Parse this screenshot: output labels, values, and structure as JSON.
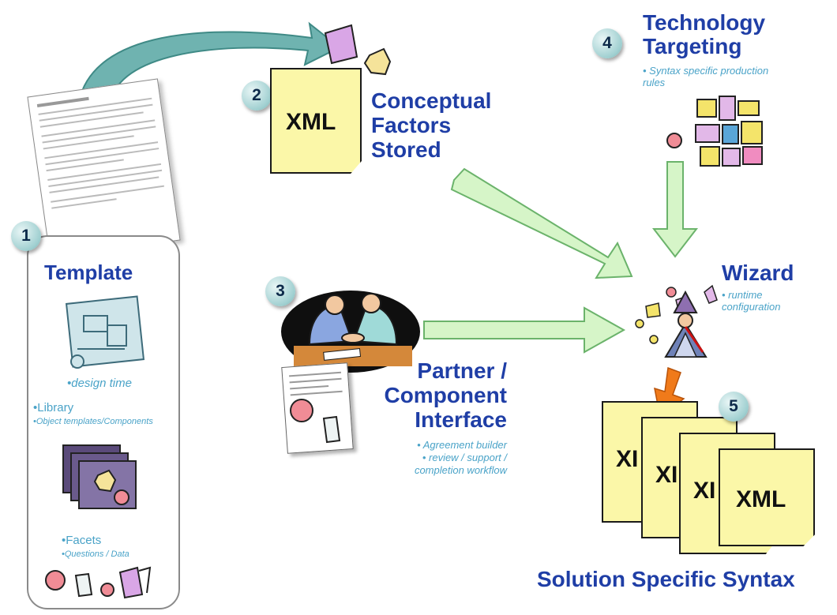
{
  "steps": {
    "s1": "1",
    "s2": "2",
    "s3": "3",
    "s4": "4",
    "s5": "5"
  },
  "template": {
    "title": "Template",
    "design_time": "•design time",
    "library": "•Library",
    "object_templates": "•Object templates/Components",
    "facets": "•Facets",
    "questions_data": "•Questions / Data"
  },
  "conceptual": {
    "xml_label": "XML",
    "title_line1": "Conceptual",
    "title_line2": "Factors",
    "title_line3": "Stored"
  },
  "partner": {
    "title_line1": "Partner /",
    "title_line2": "Component",
    "title_line3": "Interface",
    "note_line1": "• Agreement builder",
    "note_line2": "• review / support /",
    "note_line3": "completion workflow"
  },
  "technology": {
    "title_line1": "Technology",
    "title_line2": "Targeting",
    "note_line1": "• Syntax specific production",
    "note_line2": "rules"
  },
  "wizard": {
    "title": "Wizard",
    "note_line1": "• runtime",
    "note_line2": "configuration"
  },
  "solution": {
    "xml_partial_1": "XI",
    "xml_partial_2": "XI",
    "xml_partial_3": "XI",
    "xml_full": "XML",
    "title": "Solution Specific Syntax"
  },
  "colors": {
    "title": "#1f3ea6",
    "note": "#4aa3c8",
    "arrow_fill": "#d6f5c8",
    "arrow_stroke": "#6bb36b",
    "doc_fill": "#fbf7a8",
    "orange_arrow": "#f07a1a"
  }
}
